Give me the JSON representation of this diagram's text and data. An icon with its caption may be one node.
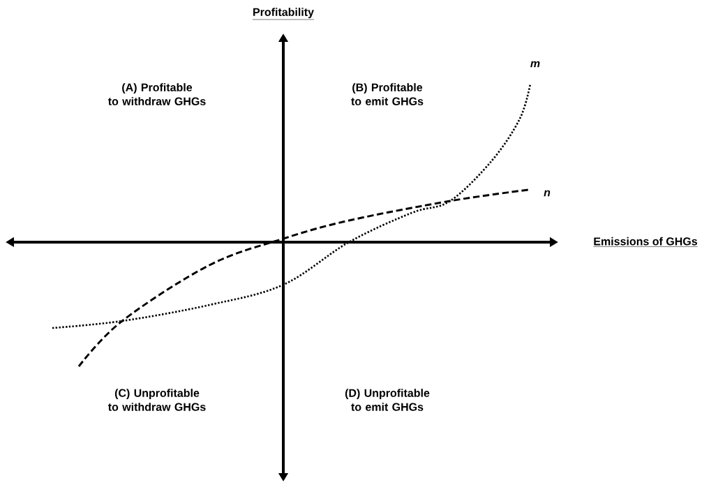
{
  "diagram": {
    "labels": [
      "Profitability",
      "m",
      "(A) Profitable to withdraw GHGs",
      "(B) Profitable to emit GHGs",
      "n",
      "Emissions of GHGs",
      "(C) Unprofitable to withdraw GHGs",
      "(D) Unprofitable to emit GHGs"
    ]
  }
}
